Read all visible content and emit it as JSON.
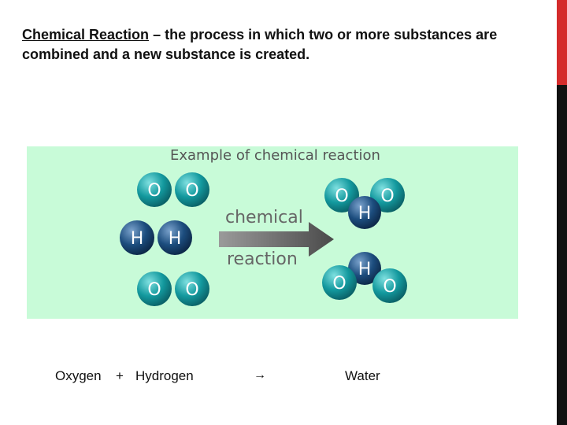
{
  "definition": {
    "term": "Chemical Reaction",
    "separator": " – ",
    "text": "the process in which two or more substances are combined and a new substance is created."
  },
  "diagram": {
    "title": "Example of chemical reaction",
    "arrow_label_line1": "chemical",
    "arrow_label_line2": "reaction",
    "background": "#c8fbd8",
    "oxygen_color": "#13999e",
    "hydrogen_color": "#1c4d7e",
    "atom_labels": {
      "oxygen": "O",
      "hydrogen": "H"
    }
  },
  "equation": {
    "reactant1": "Oxygen",
    "plus": "+",
    "reactant2": "Hydrogen",
    "arrow": "→",
    "product": "Water"
  }
}
